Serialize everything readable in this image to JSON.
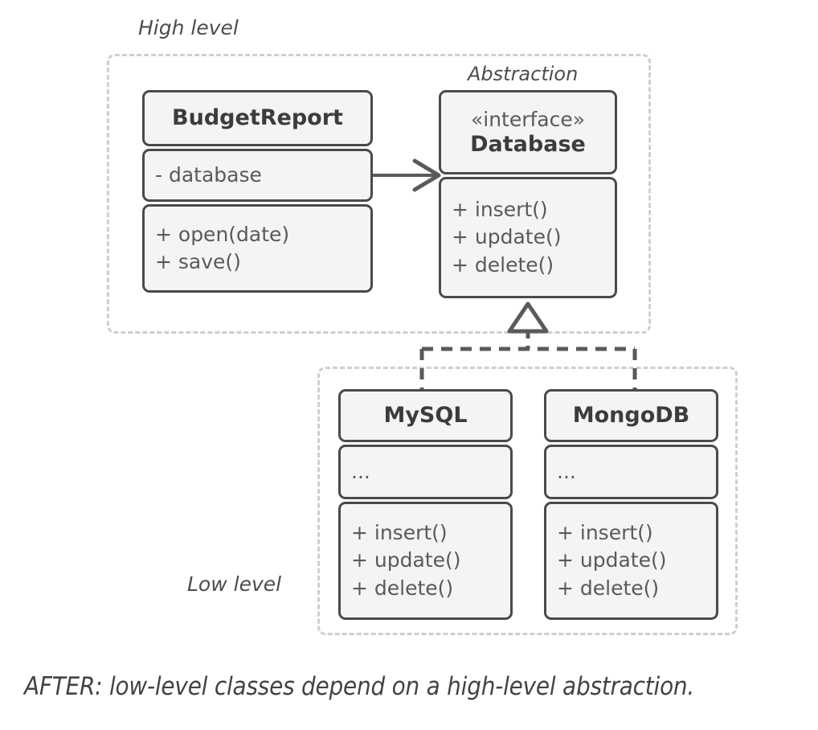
{
  "diagram": {
    "caption": "AFTER: low-level classes depend on a high-level abstraction.",
    "groups": [
      {
        "id": "high",
        "label": "High level"
      },
      {
        "id": "low",
        "label": "Low level"
      }
    ],
    "annotations": [
      {
        "id": "abstraction",
        "label": "Abstraction"
      }
    ],
    "classes": [
      {
        "id": "budgetreport",
        "name": "BudgetReport",
        "stereotype": "",
        "fields": [
          "- database"
        ],
        "methods": [
          "+ open(date)",
          "+ save()"
        ]
      },
      {
        "id": "database",
        "name": "Database",
        "stereotype": "«interface»",
        "fields": [],
        "methods": [
          "+ insert()",
          "+ update()",
          "+ delete()"
        ]
      },
      {
        "id": "mysql",
        "name": "MySQL",
        "stereotype": "",
        "fields": [
          "..."
        ],
        "methods": [
          "+ insert()",
          "+ update()",
          "+ delete()"
        ]
      },
      {
        "id": "mongodb",
        "name": "MongoDB",
        "stereotype": "",
        "fields": [
          "..."
        ],
        "methods": [
          "+ insert()",
          "+ update()",
          "+ delete()"
        ]
      }
    ],
    "relations": [
      {
        "id": "association",
        "from": "BudgetReport",
        "to": "Database",
        "type": "association-open-arrow"
      },
      {
        "id": "realization-mysql",
        "from": "MySQL",
        "to": "Database",
        "type": "realization-dashed-hollow-triangle"
      },
      {
        "id": "realization-mongodb",
        "from": "MongoDB",
        "to": "Database",
        "type": "realization-dashed-hollow-triangle"
      }
    ]
  },
  "colors": {
    "box_fill": "#f4f4f4",
    "box_border": "#4a4a4a",
    "group_border": "#cfcfcf",
    "title_text": "#3c3c3c",
    "member_text": "#5a5a5a",
    "label_text": "#4d4d4d",
    "caption_text": "#434343",
    "connector": "#5a5a5a",
    "background": "#ffffff"
  }
}
